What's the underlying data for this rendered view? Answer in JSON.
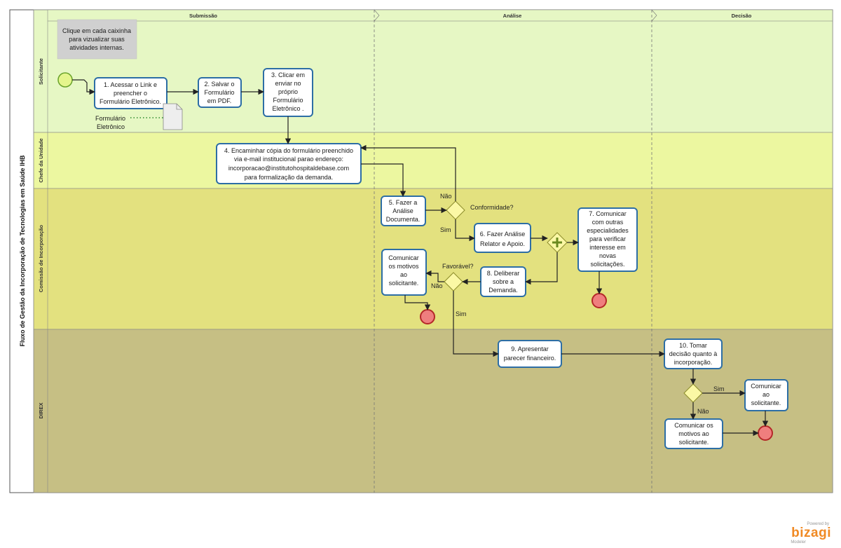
{
  "pool_title": "Fluxo de Gestão da Incorporação de Tecnologias em Saúde IHB",
  "phases": [
    "Submissão",
    "Análise",
    "Decisão"
  ],
  "lanes": [
    "Solicitante",
    "Chefe da Unidade",
    "Comissão de Incorporação",
    "DIREX"
  ],
  "note": [
    "Clique  em cada caixinha",
    "para vizualizar suas",
    "atividades internas."
  ],
  "artifact_label": [
    "Formulário",
    "Eletrônico"
  ],
  "tasks": {
    "t1": [
      "1. Acessar o Link e",
      "preencher o",
      "Formulário Eletrônico."
    ],
    "t2": [
      "2. Salvar o",
      "Formulário",
      "em PDF."
    ],
    "t3": [
      "3. Clicar em",
      "enviar no",
      "próprio",
      "Formulário",
      "Eletrônico ."
    ],
    "t4": [
      "4. Encaminhar cópia do formulário preenchido",
      "via e-mail institucional  parao endereço:",
      "incorporacao@institutohospitaldebase.com",
      "para formalização da demanda."
    ],
    "t5": [
      "5. Fazer a",
      "Análise",
      "Documenta."
    ],
    "t6": [
      "6. Fazer Análise",
      "Relator e Apoio."
    ],
    "t7": [
      "7. Comunicar",
      "com outras",
      "especialidades",
      "para verificar",
      "interesse em",
      "novas",
      "solicitações."
    ],
    "t8": [
      "8. Deliberar",
      "sobre a",
      "Demanda."
    ],
    "t9": [
      "9. Apresentar",
      "parecer financeiro."
    ],
    "t10": [
      "10. Tomar",
      "decisão quanto à",
      "incorporação."
    ],
    "comm_neg_analise": [
      "Comunicar",
      "os motivos",
      "ao",
      "solicitante."
    ],
    "comm_pos": [
      "Comunicar",
      "ao",
      "solicitante."
    ],
    "comm_neg_decisao": [
      "Comunicar os",
      "motivos ao",
      "solicitante."
    ]
  },
  "labels": {
    "nao1": "Não",
    "sim1": "Sim",
    "conformidade": "Conformidade?",
    "favoravel": "Favorável?",
    "nao2": "Não",
    "sim2": "Sim",
    "sim3": "Sim",
    "nao3": "Não"
  },
  "footer": {
    "powered": "Powered by",
    "brand": "bizagi",
    "product": "Modeler"
  },
  "colors": {
    "lane1": "#e6f7c4",
    "lane2": "#ecf7a0",
    "lane3": "#e3e17f",
    "lane4": "#c6bf84",
    "task_border": "#2d6ea5",
    "start_fill": "#e4f58c",
    "end_fill": "#ef7e7e",
    "gateway_fill": "#fbf8a5",
    "brand": "#f08a24"
  }
}
